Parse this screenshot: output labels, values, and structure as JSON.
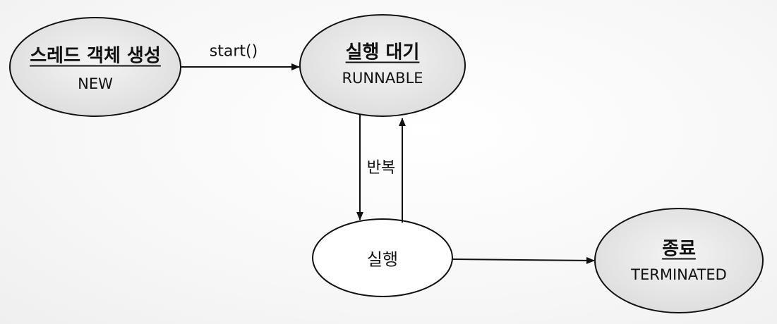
{
  "nodes": {
    "new": {
      "title": "스레드 객체 생성",
      "state": "NEW"
    },
    "runnable": {
      "title": "실행 대기",
      "state": "RUNNABLE"
    },
    "running": {
      "title": "실행"
    },
    "terminated": {
      "title": "종료",
      "state": "TERMINATED"
    }
  },
  "edges": {
    "start": "start()",
    "repeat": "반복"
  }
}
